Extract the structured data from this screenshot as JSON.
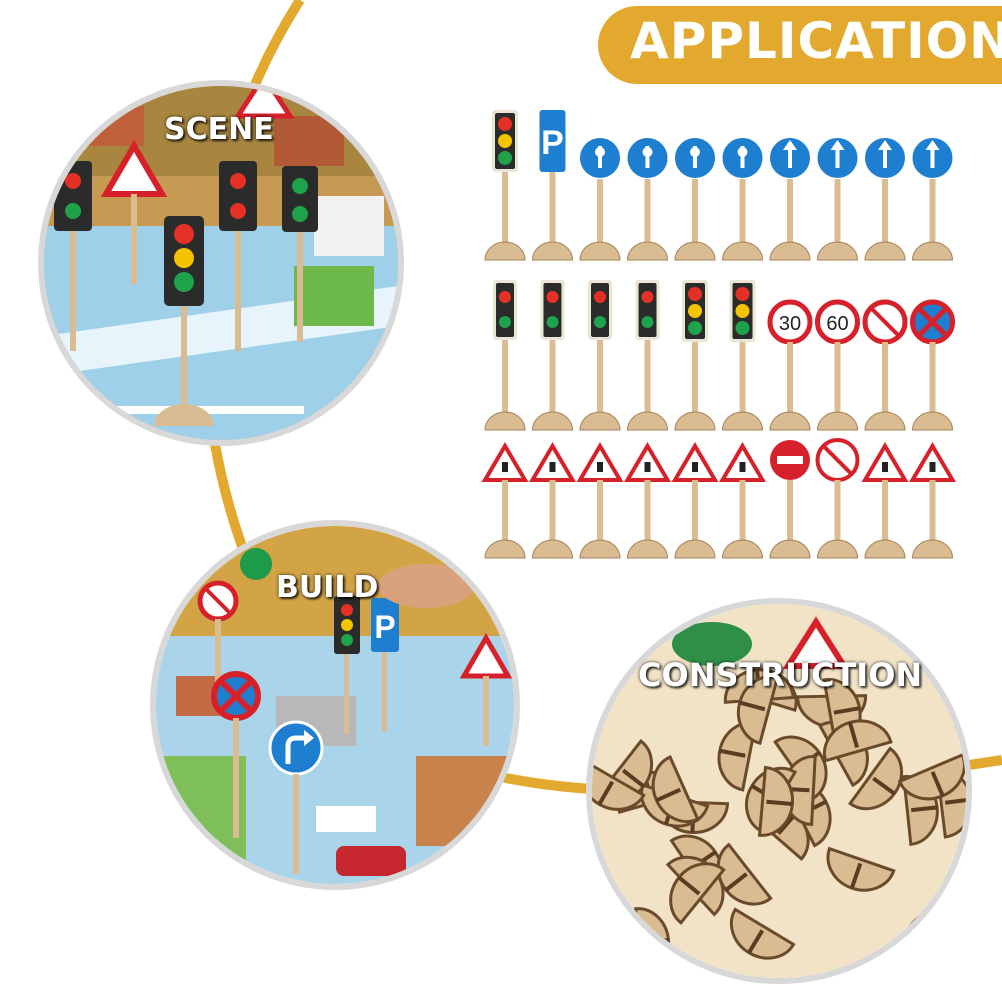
{
  "header": {
    "title": "APPLICATION"
  },
  "panels": {
    "scene": {
      "label": "SCENE"
    },
    "build": {
      "label": "BUILD"
    },
    "construction": {
      "label": "CONSTRUCTION"
    }
  },
  "signs": {
    "speed_30": "30",
    "speed_60": "60",
    "parking": "P"
  },
  "colors": {
    "accent": "#e2a92e",
    "sign_blue": "#1e7fd0",
    "sign_red": "#d6202a",
    "wood": "#d9bc92"
  }
}
